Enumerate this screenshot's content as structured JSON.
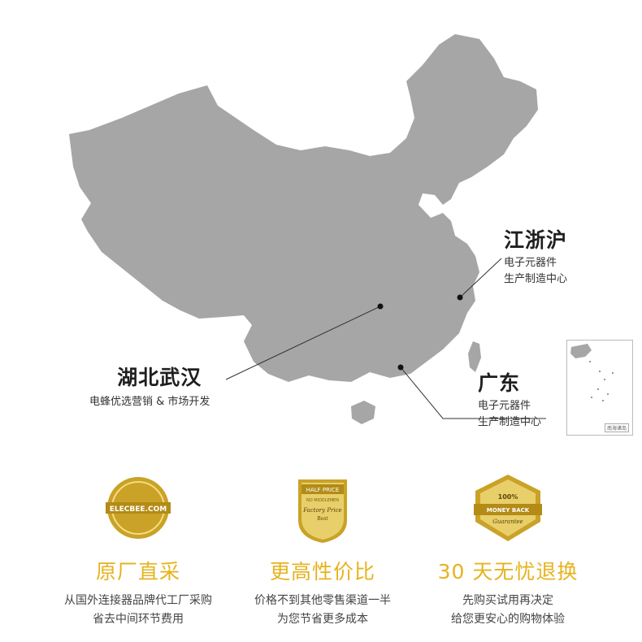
{
  "regions": {
    "jzh": {
      "title": "江浙沪",
      "lines": [
        "电子元器件",
        "生产制造中心"
      ]
    },
    "hubei": {
      "title": "湖北武汉",
      "lines": [
        "电蜂优选营销 & 市场开发"
      ]
    },
    "guangdong": {
      "title": "广东",
      "lines": [
        "电子元器件",
        "生产制造中心"
      ]
    }
  },
  "inset": {
    "caption": "南海诸岛"
  },
  "features": [
    {
      "badge_text": "ELECBEE.COM",
      "title": "原厂直采",
      "lines": [
        "从国外连接器品牌代工厂采购",
        "省去中间环节费用"
      ]
    },
    {
      "badge_lines": [
        "HALF PRICE",
        "NO MIDDLEMEN",
        "Factory Price",
        "Best"
      ],
      "title": "更高性价比",
      "lines": [
        "价格不到其他零售渠道一半",
        "为您节省更多成本"
      ]
    },
    {
      "badge_lines": [
        "100%",
        "MONEY BACK",
        "Guarantee"
      ],
      "title": "30 天无忧退换",
      "lines": [
        "先购买试用再决定",
        "给您更安心的购物体验"
      ]
    }
  ],
  "colors": {
    "map": "#a6a6a6",
    "gold": "#e6b31e",
    "badge_gold": "#c9a227"
  }
}
